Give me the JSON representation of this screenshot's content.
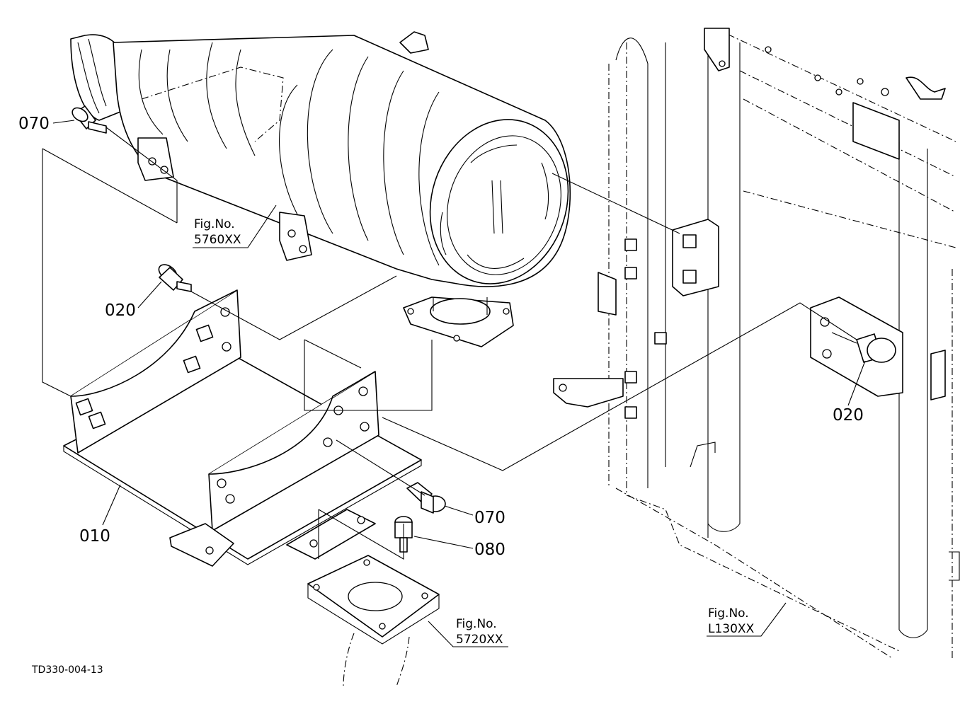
{
  "diagram": {
    "part_labels": {
      "top_left_070": "070",
      "left_020": "020",
      "right_020": "020",
      "bottom_070": "070",
      "bottom_080": "080",
      "bracket_010": "010"
    },
    "figure_refs": {
      "muffler": {
        "line1": "Fig.No.",
        "line2": "5760XX"
      },
      "flange": {
        "line1": "Fig.No.",
        "line2": "5720XX"
      },
      "frame": {
        "line1": "Fig.No.",
        "line2": "L130XX"
      }
    },
    "drawing_id": "TD330-004-13"
  }
}
